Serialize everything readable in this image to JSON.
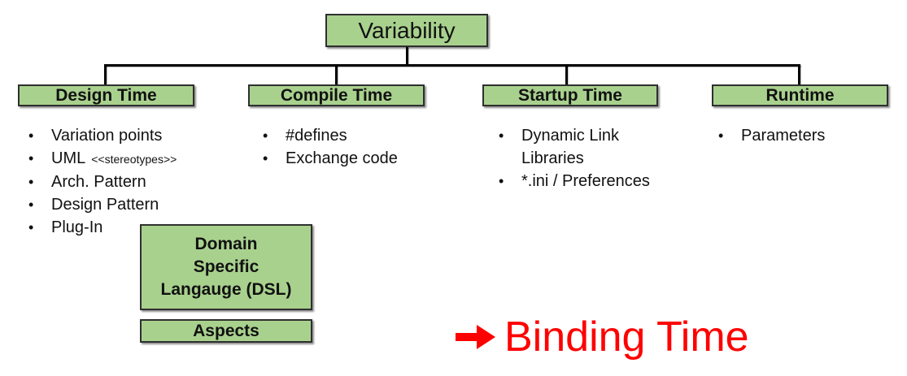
{
  "root_box": {
    "label": "Variability"
  },
  "glyphs": {
    "bullet": "•"
  },
  "columns": [
    {
      "header": "Design Time",
      "items": [
        {
          "text": "Variation points"
        },
        {
          "text": "UML",
          "small": "<<stereotypes>>"
        },
        {
          "text": "Arch. Pattern"
        },
        {
          "text": "Design Pattern"
        },
        {
          "text": "Plug-In"
        }
      ]
    },
    {
      "header": "Compile Time",
      "items": [
        {
          "text": "#defines"
        },
        {
          "text": "Exchange code"
        }
      ]
    },
    {
      "header": "Startup Time",
      "items": [
        {
          "text": "Dynamic Link Libraries"
        },
        {
          "text": "*.ini / Preferences"
        }
      ]
    },
    {
      "header": "Runtime",
      "items": [
        {
          "text": "Parameters"
        }
      ]
    }
  ],
  "extra_boxes": {
    "dsl": {
      "lines": [
        "Domain",
        "Specific",
        "Langauge (DSL)"
      ]
    },
    "aspects": {
      "label": "Aspects"
    }
  },
  "annotation": {
    "label": "Binding Time",
    "color": "#ff0000"
  },
  "colors": {
    "box_fill": "#a9d18e",
    "box_border": "#2f2f2f",
    "connector_line": "#000000",
    "annotation_red": "#ff0000",
    "background": "#ffffff"
  }
}
